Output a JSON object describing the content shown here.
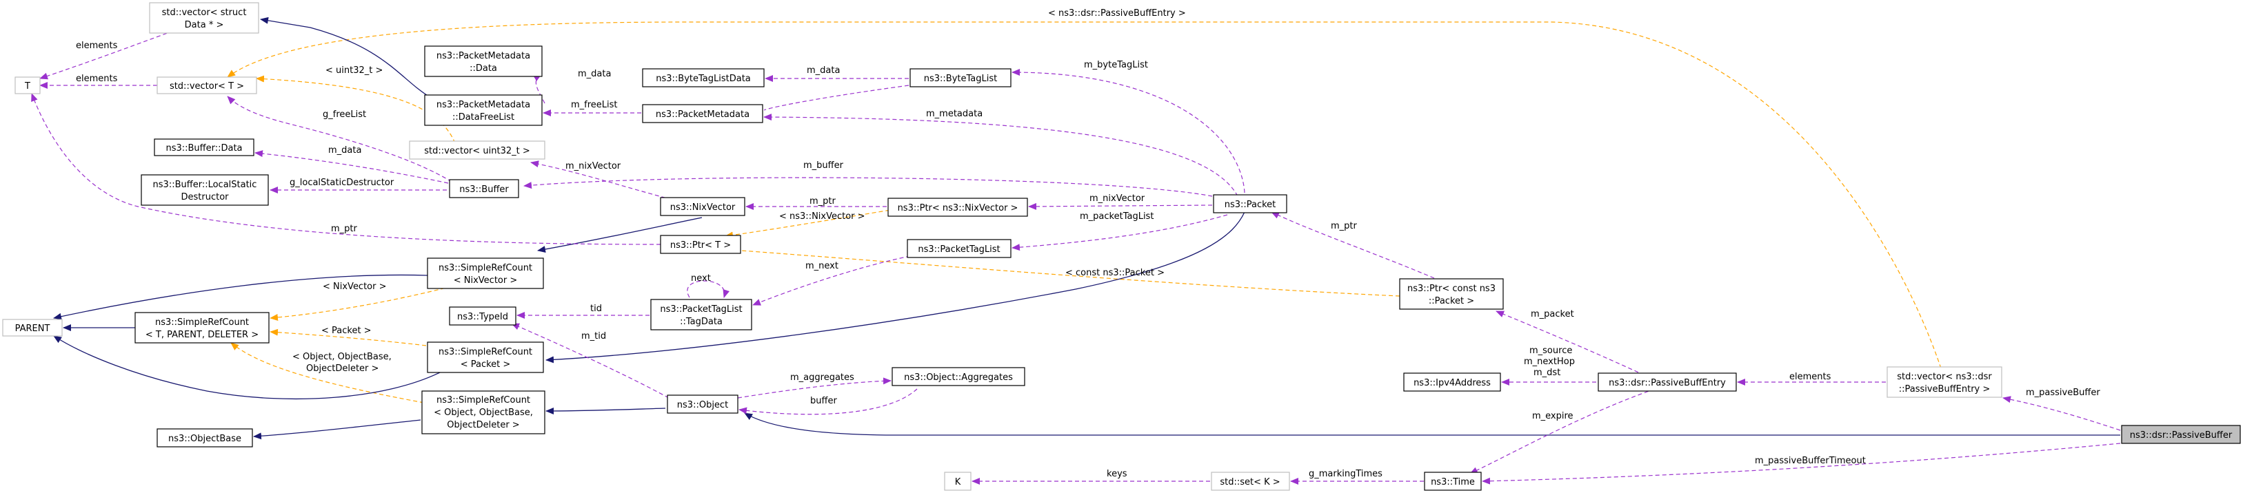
{
  "diagram": {
    "nodes": {
      "vector_struct_data": [
        "std::vector< struct",
        "Data * >"
      ],
      "T": [
        "T"
      ],
      "vector_T": [
        "std::vector< T >"
      ],
      "PARENT": [
        "PARENT"
      ],
      "pm_data": [
        "ns3::PacketMetadata",
        "::Data"
      ],
      "pm_dfl": [
        "ns3::PacketMetadata",
        "::DataFreeList"
      ],
      "vector_uint32": [
        "std::vector< uint32_t >"
      ],
      "buffer_data": [
        "ns3::Buffer::Data"
      ],
      "buffer_lsd": [
        "ns3::Buffer::LocalStatic",
        "Destructor"
      ],
      "buffer": [
        "ns3::Buffer"
      ],
      "srcount_nix": [
        "ns3::SimpleRefCount",
        "< NixVector >"
      ],
      "srcount_tpl": [
        "ns3::SimpleRefCount",
        "< T, PARENT, DELETER >"
      ],
      "typeid": [
        "ns3::TypeId"
      ],
      "srcount_pkt": [
        "ns3::SimpleRefCount",
        "< Packet >"
      ],
      "srcount_obj": [
        "ns3::SimpleRefCount",
        "< Object, ObjectBase,",
        "ObjectDeleter >"
      ],
      "objectbase": [
        "ns3::ObjectBase"
      ],
      "bytetaglistdata": [
        "ns3::ByteTagListData"
      ],
      "packetmetadata": [
        "ns3::PacketMetadata"
      ],
      "bytetaglist": [
        "ns3::ByteTagList"
      ],
      "nixvector": [
        "ns3::NixVector"
      ],
      "ptr_T": [
        "ns3::Ptr< T >"
      ],
      "ptl_tagdata": [
        "ns3::PacketTagList",
        "::TagData"
      ],
      "object": [
        "ns3::Object"
      ],
      "ptr_nix": [
        "ns3::Ptr< ns3::NixVector >"
      ],
      "packettaglist": [
        "ns3::PacketTagList"
      ],
      "aggregates": [
        "ns3::Object::Aggregates"
      ],
      "K": [
        "K"
      ],
      "set_K": [
        "std::set< K >"
      ],
      "packet": [
        "ns3::Packet"
      ],
      "ptr_const_packet": [
        "ns3::Ptr< const ns3",
        "::Packet >"
      ],
      "ipv4address": [
        "ns3::Ipv4Address"
      ],
      "time": [
        "ns3::Time"
      ],
      "passivebuffentry": [
        "ns3::dsr::PassiveBuffEntry"
      ],
      "vector_pbe": [
        "std::vector< ns3::dsr",
        "::PassiveBuffEntry >"
      ],
      "passivebuffer": [
        "ns3::dsr::PassiveBuffer"
      ]
    },
    "edge_labels": {
      "elements_1": "elements",
      "elements_2": "elements",
      "pbe_template": "< ns3::dsr::PassiveBuffEntry >",
      "uint32_template": "< uint32_t >",
      "g_freeList": "g_freeList",
      "m_data_1": "m_data",
      "m_freeList": "m_freeList",
      "m_data_2": "m_data",
      "g_localStaticDestructor": "g_localStaticDestructor",
      "m_byteTagList": "m_byteTagList",
      "m_data_3": "m_data",
      "m_metadata": "m_metadata",
      "m_nixVector_1": "m_nixVector",
      "m_buffer": "m_buffer",
      "m_ptr_1": "m_ptr",
      "m_ptr_2": "m_ptr",
      "m_nixVector_2": "m_nixVector",
      "nixvector_template_1": "< ns3::NixVector >",
      "m_packetTagList": "m_packetTagList",
      "next": "next",
      "m_next": "m_next",
      "const_packet_template": "< const ns3::Packet >",
      "m_ptr_3": "m_ptr",
      "nixvector_template_2": "< NixVector >",
      "tid": "tid",
      "m_tid": "m_tid",
      "packet_template": "< Packet >",
      "object_template": [
        "< Object, ObjectBase,",
        "ObjectDeleter >"
      ],
      "m_aggregates": "m_aggregates",
      "buffer": "buffer",
      "m_packet": "m_packet",
      "m_source": [
        "m_source",
        "m_nextHop",
        "m_dst"
      ],
      "elements_3": "elements",
      "m_passiveBuffer": "m_passiveBuffer",
      "m_expire": "m_expire",
      "m_passiveBufferTimeout": "m_passiveBufferTimeout",
      "keys": "keys",
      "g_markingTimes": "g_markingTimes"
    },
    "colors": {
      "usage_edge": "#9a32cd",
      "template_edge": "#ffa500",
      "inheritance_edge": "#191970",
      "focus_fill": "#bfbfbf",
      "gray_border": "#bfbfbf"
    }
  }
}
